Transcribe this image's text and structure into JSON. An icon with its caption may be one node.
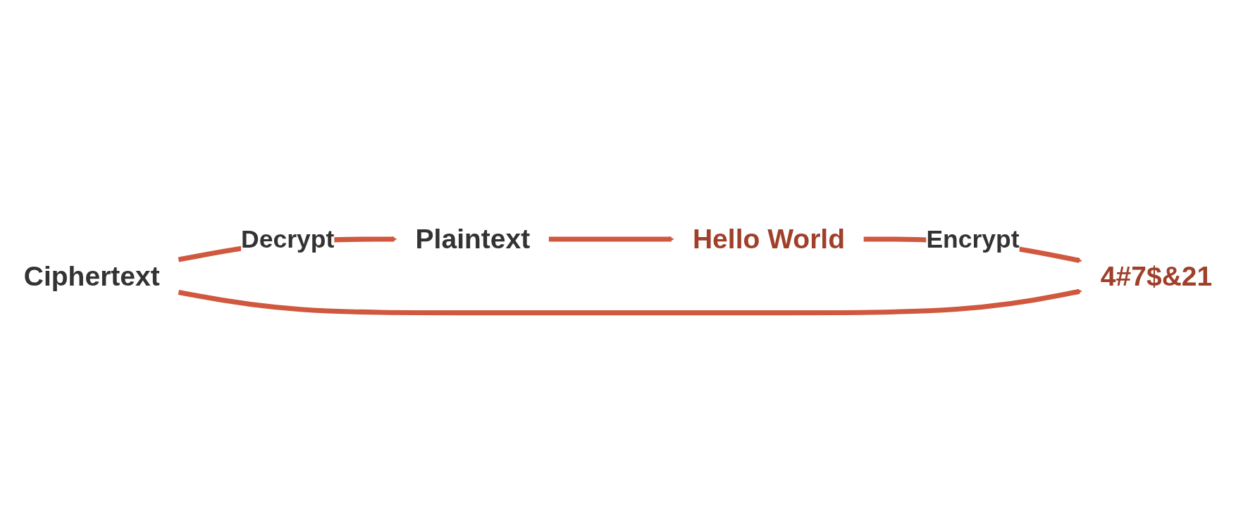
{
  "diagram": {
    "nodes": [
      {
        "text": [
          "Hello World"
        ]
      },
      {
        "text": [
          "4#7$&21"
        ]
      },
      {
        "text": [
          "Plaintext"
        ]
      },
      {
        "text": [
          "Ciphertext"
        ]
      }
    ],
    "edges": [
      {
        "from": 0,
        "to": 1,
        "arrow": "to",
        "label": "Encrypt"
      },
      {
        "from": 2,
        "to": 0,
        "arrow": "to"
      },
      {
        "from": 3,
        "to": 1,
        "arrow": "to"
      },
      {
        "from": 3,
        "to": 2,
        "arrow": "to",
        "label": "Decrypt"
      }
    ]
  }
}
